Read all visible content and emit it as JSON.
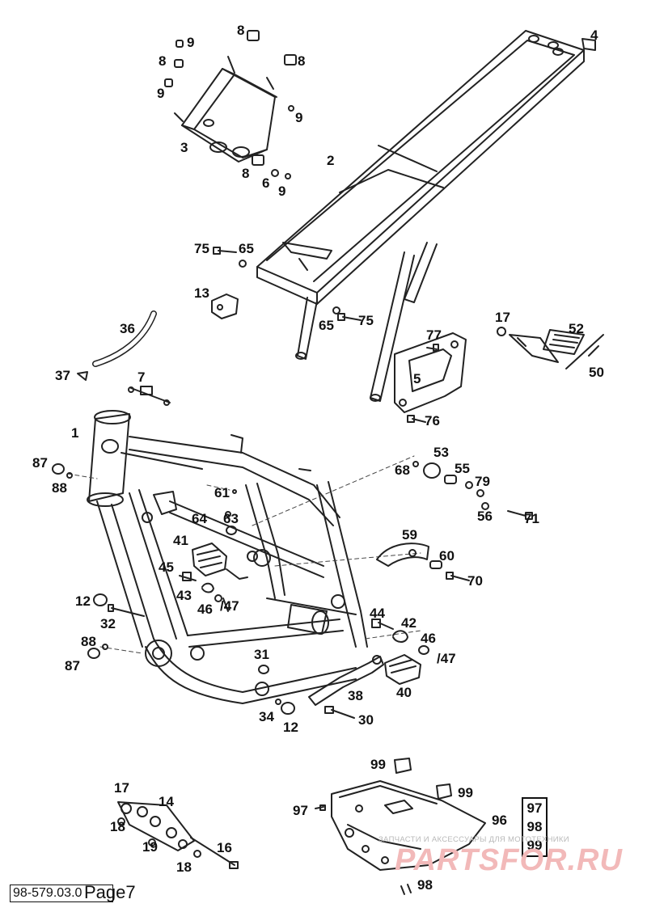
{
  "labels": {
    "l1": "1",
    "l2": "2",
    "l3": "3",
    "l4": "4",
    "l5": "5",
    "l6": "6",
    "l7": "7",
    "l8a": "8",
    "l8b": "8",
    "l8c": "8",
    "l8d": "8",
    "l9a": "9",
    "l9b": "9",
    "l9c": "9",
    "l9d": "9",
    "l12a": "12",
    "l12b": "12",
    "l13": "13",
    "l14": "14",
    "l16": "16",
    "l17a": "17",
    "l17b": "17",
    "l18a": "18",
    "l18b": "18",
    "l19": "19",
    "l30": "30",
    "l31": "31",
    "l32": "32",
    "l34": "34",
    "l36": "36",
    "l37": "37",
    "l38": "38",
    "l40": "40",
    "l41": "41",
    "l42": "42",
    "l43": "43",
    "l44": "44",
    "l45": "45",
    "l46a": "46",
    "l46b": "46",
    "l47a": "/47",
    "l47b": "/47",
    "l50": "50",
    "l52": "52",
    "l53": "53",
    "l55": "55",
    "l56": "56",
    "l59": "59",
    "l60": "60",
    "l61": "61",
    "l63": "63",
    "l64": "64",
    "l65a": "65",
    "l65b": "65",
    "l68": "68",
    "l70": "70",
    "l71": "71",
    "l75a": "75",
    "l75b": "75",
    "l76": "76",
    "l77": "77",
    "l79": "79",
    "l87a": "87",
    "l87b": "87",
    "l88a": "88",
    "l88b": "88",
    "l96": "96",
    "l97": "97",
    "l98": "98",
    "l99a": "99",
    "l99b": "99"
  },
  "boxed_group": [
    "97",
    "98",
    "99"
  ],
  "footer": {
    "code": "98-579.03.0",
    "page": "Page7"
  },
  "watermark": {
    "line1": "ЗАПЧАСТИ И АКСЕССУАРЫ ДЛЯ МОТОТЕХНИКИ",
    "line2": "PARTSFOR.RU"
  }
}
